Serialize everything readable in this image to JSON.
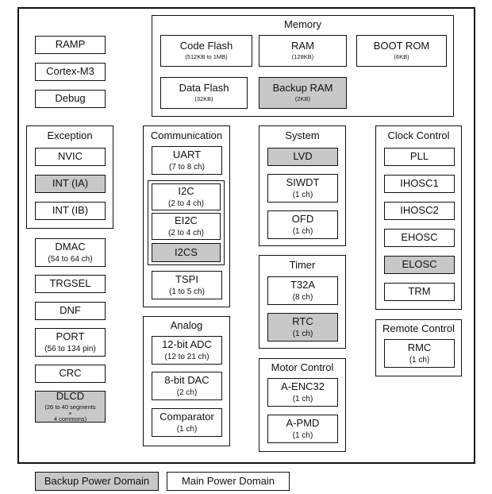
{
  "memory": {
    "title": "Memory",
    "code_flash": {
      "label": "Code Flash",
      "detail": "(512KB to 1MB)"
    },
    "ram": {
      "label": "RAM",
      "detail": "(128KB)"
    },
    "boot_rom": {
      "label": "BOOT ROM",
      "detail": "(6KB)"
    },
    "data_flash": {
      "label": "Data Flash",
      "detail": "(32KB)"
    },
    "backup_ram": {
      "label": "Backup RAM",
      "detail": "(2KB)"
    }
  },
  "core": {
    "ramp": "RAMP",
    "cortex": "Cortex-M3",
    "debug": "Debug"
  },
  "exception": {
    "title": "Exception",
    "nvic": "NVIC",
    "int_ia": "INT (IA)",
    "int_ib": "INT (IB)"
  },
  "misc": {
    "dmac": {
      "label": "DMAC",
      "detail": "(54 to 64 ch)"
    },
    "trgsel": "TRGSEL",
    "dnf": "DNF",
    "port": {
      "label": "PORT",
      "detail": "(56 to 134 pin)"
    },
    "crc": "CRC",
    "dlcd": {
      "label": "DLCD",
      "detail1": "(26 to 40 segments",
      "detail2": "×",
      "detail3": "4 commons)"
    }
  },
  "communication": {
    "title": "Communication",
    "uart": {
      "label": "UART",
      "detail": "(7 to 8 ch)"
    },
    "i2c": {
      "label": "I2C",
      "detail": "(2 to 4 ch)"
    },
    "ei2c": {
      "label": "EI2C",
      "detail": "(2 to 4 ch)"
    },
    "i2cs": "I2CS",
    "tspi": {
      "label": "TSPI",
      "detail": "(1 to 5 ch)"
    }
  },
  "analog": {
    "title": "Analog",
    "adc": {
      "label": "12-bit ADC",
      "detail": "(12 to 21 ch)"
    },
    "dac": {
      "label": "8-bit DAC",
      "detail": "(2 ch)"
    },
    "comparator": {
      "label": "Comparator",
      "detail": "(1 ch)"
    }
  },
  "system": {
    "title": "System",
    "lvd": "LVD",
    "siwdt": {
      "label": "SIWDT",
      "detail": "(1 ch)"
    },
    "ofd": {
      "label": "OFD",
      "detail": "(1 ch)"
    }
  },
  "timer": {
    "title": "Timer",
    "t32a": {
      "label": "T32A",
      "detail": "(8 ch)"
    },
    "rtc": {
      "label": "RTC",
      "detail": "(1 ch)"
    }
  },
  "motor": {
    "title": "Motor Control",
    "aenc": {
      "label": "A-ENC32",
      "detail": "(1 ch)"
    },
    "apmd": {
      "label": "A-PMD",
      "detail": "(1 ch)"
    }
  },
  "clock": {
    "title": "Clock Control",
    "pll": "PLL",
    "ihosc1": "IHOSC1",
    "ihosc2": "IHOSC2",
    "ehosc": "EHOSC",
    "elosc": "ELOSC",
    "trm": "TRM"
  },
  "remote": {
    "title": "Remote Control",
    "rmc": {
      "label": "RMC",
      "detail": "(1 ch)"
    }
  },
  "legend": {
    "backup": "Backup Power Domain",
    "main": "Main Power Domain"
  },
  "colors": {
    "backup_domain": "#c8c8c8",
    "main_domain": "#ffffff"
  }
}
